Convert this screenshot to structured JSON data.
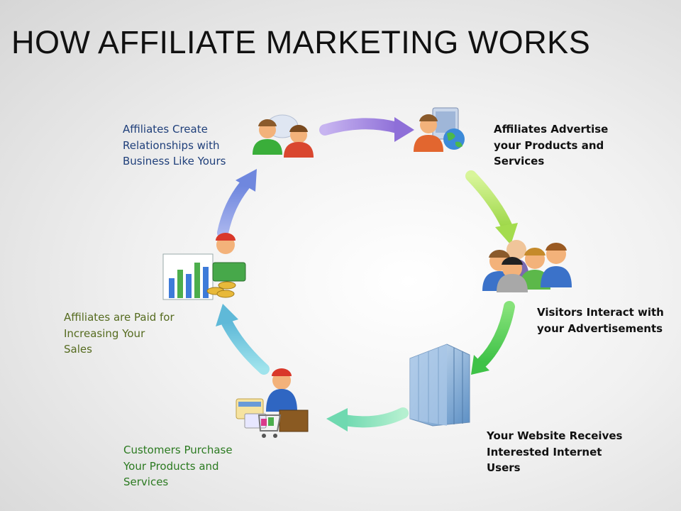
{
  "title": "HOW AFFILIATE MARKETING WORKS",
  "steps": [
    {
      "id": "create",
      "label": "Affiliates Create\nRelationships with\nBusiness Like Yours",
      "icon": "two-people-chat-icon"
    },
    {
      "id": "advertise",
      "label": "Affiliates Advertise\nyour Products and\nServices",
      "icon": "person-globe-monitor-icon"
    },
    {
      "id": "visitors",
      "label": "Visitors Interact with\nyour  Advertisements",
      "icon": "group-of-people-icon"
    },
    {
      "id": "website",
      "label": "Your Website Receives\nInterested Internet\nUsers",
      "icon": "office-building-icon"
    },
    {
      "id": "purchase",
      "label": "Customers Purchase\nYour Products and\nServices",
      "icon": "shopper-cart-icon"
    },
    {
      "id": "paid",
      "label": "Affiliates are Paid for\nIncreasing Your\nSales",
      "icon": "money-chart-icon"
    }
  ],
  "colors": {
    "arrow_purple": "#a98fe0",
    "arrow_green": "#b6e06a",
    "arrow_bright_green": "#5fd15a",
    "arrow_teal": "#7fe0b0",
    "arrow_cyan": "#6fc9e0",
    "arrow_blue": "#7b8fe0"
  }
}
